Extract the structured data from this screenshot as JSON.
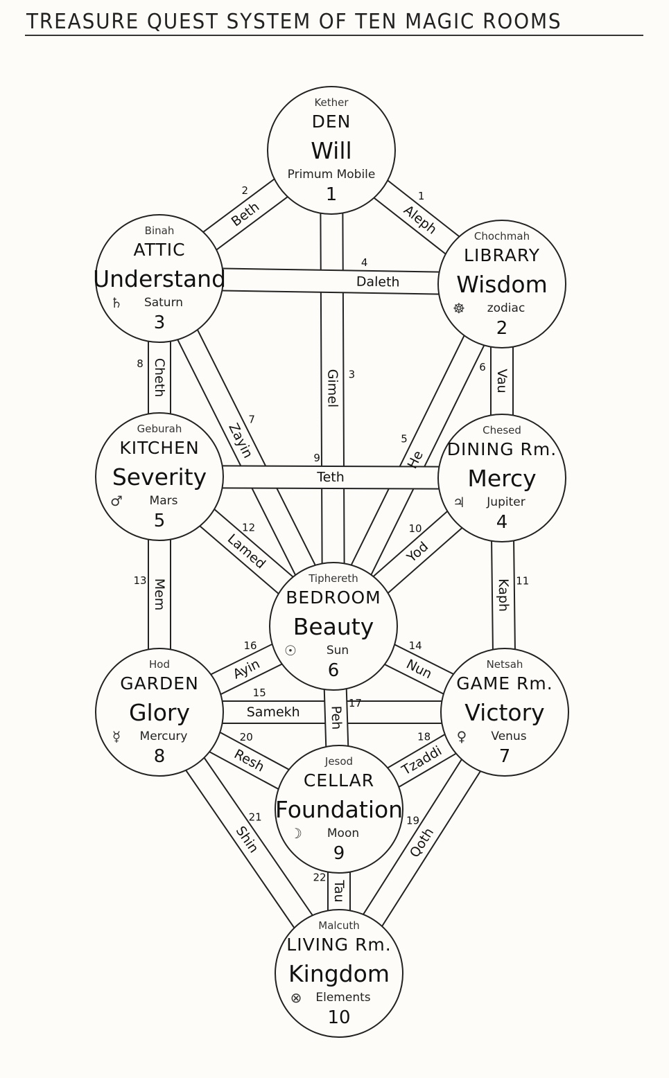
{
  "title": "TREASURE QUEST SYSTEM OF TEN MAGIC ROOMS",
  "rooms": [
    {
      "number": "1",
      "hebrew": "Kether",
      "room": "DEN",
      "virtue": "Will",
      "planet": "Primum Mobile",
      "symbol": ""
    },
    {
      "number": "2",
      "hebrew": "Chochmah",
      "room": "LIBRARY",
      "virtue": "Wisdom",
      "planet": "zodiac",
      "symbol": "☸"
    },
    {
      "number": "3",
      "hebrew": "Binah",
      "room": "ATTIC",
      "virtue": "Understand",
      "planet": "Saturn",
      "symbol": "♄"
    },
    {
      "number": "4",
      "hebrew": "Chesed",
      "room": "DINING Rm.",
      "virtue": "Mercy",
      "planet": "Jupiter",
      "symbol": "♃"
    },
    {
      "number": "5",
      "hebrew": "Geburah",
      "room": "KITCHEN",
      "virtue": "Severity",
      "planet": "Mars",
      "symbol": "♂"
    },
    {
      "number": "6",
      "hebrew": "Tiphereth",
      "room": "BEDROOM",
      "virtue": "Beauty",
      "planet": "Sun",
      "symbol": "☉"
    },
    {
      "number": "7",
      "hebrew": "Netsah",
      "room": "GAME Rm.",
      "virtue": "Victory",
      "planet": "Venus",
      "symbol": "♀"
    },
    {
      "number": "8",
      "hebrew": "Hod",
      "room": "GARDEN",
      "virtue": "Glory",
      "planet": "Mercury",
      "symbol": "☿"
    },
    {
      "number": "9",
      "hebrew": "Jesod",
      "room": "CELLAR",
      "virtue": "Foundation",
      "planet": "Moon",
      "symbol": "☽"
    },
    {
      "number": "10",
      "hebrew": "Malcuth",
      "room": "LIVING Rm.",
      "virtue": "Kingdom",
      "planet": "Elements",
      "symbol": "⊗"
    }
  ],
  "paths": [
    {
      "number": "1",
      "letter": "Aleph",
      "from": 1,
      "to": 2
    },
    {
      "number": "2",
      "letter": "Beth",
      "from": 1,
      "to": 3
    },
    {
      "number": "3",
      "letter": "Gimel",
      "from": 1,
      "to": 6
    },
    {
      "number": "4",
      "letter": "Daleth",
      "from": 3,
      "to": 2
    },
    {
      "number": "5",
      "letter": "He",
      "from": 2,
      "to": 6
    },
    {
      "number": "6",
      "letter": "Vau",
      "from": 2,
      "to": 4
    },
    {
      "number": "7",
      "letter": "Zayin",
      "from": 3,
      "to": 6
    },
    {
      "number": "8",
      "letter": "Cheth",
      "from": 3,
      "to": 5
    },
    {
      "number": "9",
      "letter": "Teth",
      "from": 5,
      "to": 4
    },
    {
      "number": "10",
      "letter": "Yod",
      "from": 4,
      "to": 6
    },
    {
      "number": "11",
      "letter": "Kaph",
      "from": 4,
      "to": 7
    },
    {
      "number": "12",
      "letter": "Lamed",
      "from": 5,
      "to": 6
    },
    {
      "number": "13",
      "letter": "Mem",
      "from": 5,
      "to": 8
    },
    {
      "number": "14",
      "letter": "Nun",
      "from": 6,
      "to": 7
    },
    {
      "number": "15",
      "letter": "Samekh",
      "from": 8,
      "to": 7
    },
    {
      "number": "16",
      "letter": "Ayin",
      "from": 6,
      "to": 8
    },
    {
      "number": "17",
      "letter": "Peh",
      "from": 6,
      "to": 9
    },
    {
      "number": "18",
      "letter": "Tzaddi",
      "from": 7,
      "to": 9
    },
    {
      "number": "19",
      "letter": "Qoth",
      "from": 7,
      "to": 10
    },
    {
      "number": "20",
      "letter": "Resh",
      "from": 8,
      "to": 9
    },
    {
      "number": "21",
      "letter": "Shin",
      "from": 8,
      "to": 10
    },
    {
      "number": "22",
      "letter": "Tau",
      "from": 9,
      "to": 10
    }
  ]
}
